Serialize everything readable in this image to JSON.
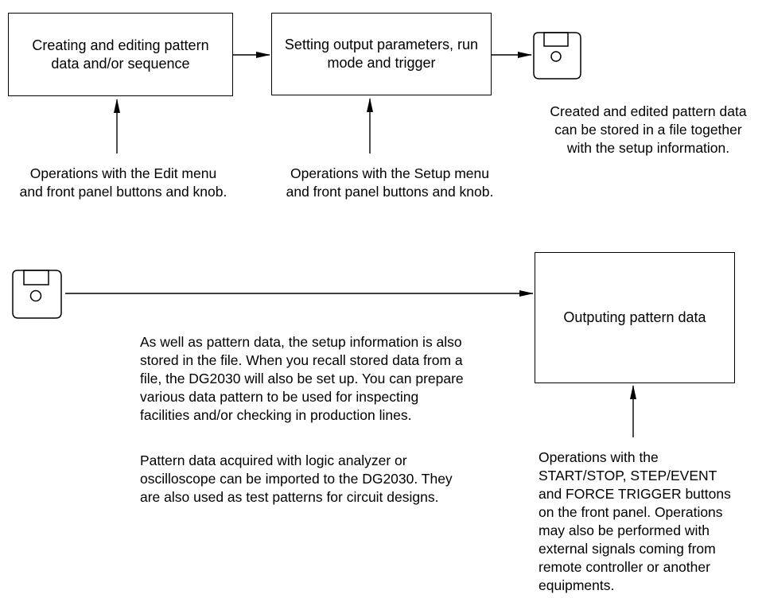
{
  "colors": {
    "stroke": "#000000",
    "background": "#ffffff"
  },
  "boxes": {
    "edit": "Creating and editing pattern data and/or sequence",
    "setup": "Setting output parameters, run mode and trigger",
    "output": "Outputing pattern data"
  },
  "notes": {
    "edit_ops": [
      "Operations with the Edit menu",
      "and front panel buttons and knob."
    ],
    "setup_ops": [
      "Operations with the Setup menu",
      "and front panel buttons and knob."
    ],
    "stored": [
      "Created and edited pattern data",
      "can be stored in a file together",
      "with the setup information."
    ],
    "recall": [
      "As well as pattern data, the setup information is also",
      "stored in the file. When you recall stored data from a",
      "file, the DG2030 will also be set up. You can prepare",
      "various data pattern to be used for inspecting",
      "facilities and/or checking in production lines."
    ],
    "import": [
      "Pattern data acquired with logic analyzer or",
      "oscilloscope can be imported to the DG2030. They",
      "are also used as test patterns for circuit designs."
    ],
    "output_ops": [
      "Operations with the",
      "START/STOP, STEP/EVENT",
      "and FORCE TRIGGER buttons",
      "on the front panel. Operations",
      "may also be performed with",
      "external signals coming from",
      "remote controller or another",
      "equipments."
    ]
  },
  "icons": [
    "floppy-disk-icon",
    "floppy-disk-icon"
  ]
}
